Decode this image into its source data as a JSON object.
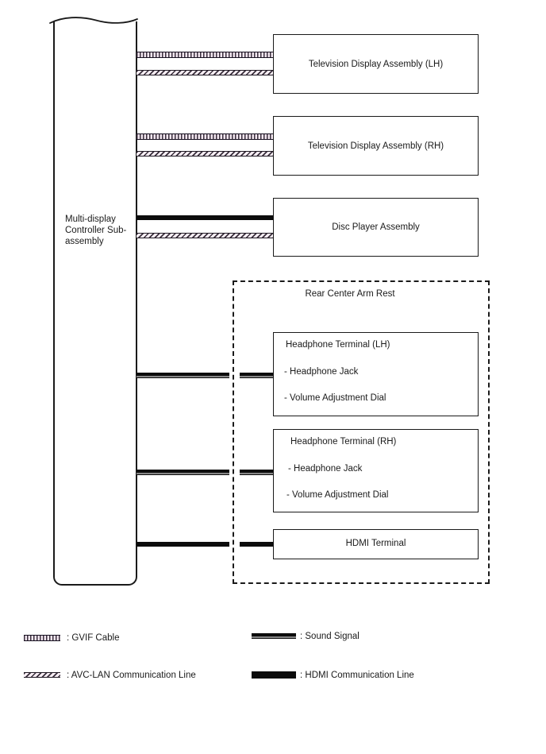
{
  "diagram": {
    "controller": {
      "label": "Multi-display Controller Sub-assembly"
    },
    "tv_lh": {
      "label": "Television Display Assembly (LH)"
    },
    "tv_rh": {
      "label": "Television Display Assembly (RH)"
    },
    "disc_player": {
      "label": "Disc Player Assembly"
    },
    "armrest": {
      "label": "Rear Center Arm Rest",
      "headphone_lh": {
        "title": "Headphone Terminal (LH)",
        "items": [
          "- Headphone Jack",
          "- Volume Adjustment Dial"
        ]
      },
      "headphone_rh": {
        "title": "Headphone Terminal (RH)",
        "items": [
          "- Headphone Jack",
          "- Volume Adjustment Dial"
        ]
      },
      "hdmi_terminal": {
        "label": "HDMI Terminal"
      }
    },
    "connections": [
      {
        "from": "Multi-display Controller Sub-assembly",
        "to": "Television Display Assembly (LH)",
        "types": [
          "GVIF Cable",
          "AVC-LAN Communication Line"
        ]
      },
      {
        "from": "Multi-display Controller Sub-assembly",
        "to": "Television Display Assembly (RH)",
        "types": [
          "GVIF Cable",
          "AVC-LAN Communication Line"
        ]
      },
      {
        "from": "Multi-display Controller Sub-assembly",
        "to": "Disc Player Assembly",
        "types": [
          "HDMI Communication Line",
          "AVC-LAN Communication Line"
        ]
      },
      {
        "from": "Multi-display Controller Sub-assembly",
        "to": "Headphone Terminal (LH)",
        "types": [
          "Sound Signal"
        ]
      },
      {
        "from": "Multi-display Controller Sub-assembly",
        "to": "Headphone Terminal (RH)",
        "types": [
          "Sound Signal"
        ]
      },
      {
        "from": "Multi-display Controller Sub-assembly",
        "to": "HDMI Terminal",
        "types": [
          "HDMI Communication Line"
        ]
      }
    ]
  },
  "legend": {
    "gvif_label": ": GVIF Cable",
    "sound_label": ": Sound Signal",
    "avc_label": ": AVC-LAN Communication Line",
    "hdmi_label": ": HDMI Communication Line"
  },
  "colors": {
    "ink": "#1a1a1a",
    "background": "#ffffff",
    "hdmi_line": "#0c0c0c"
  }
}
